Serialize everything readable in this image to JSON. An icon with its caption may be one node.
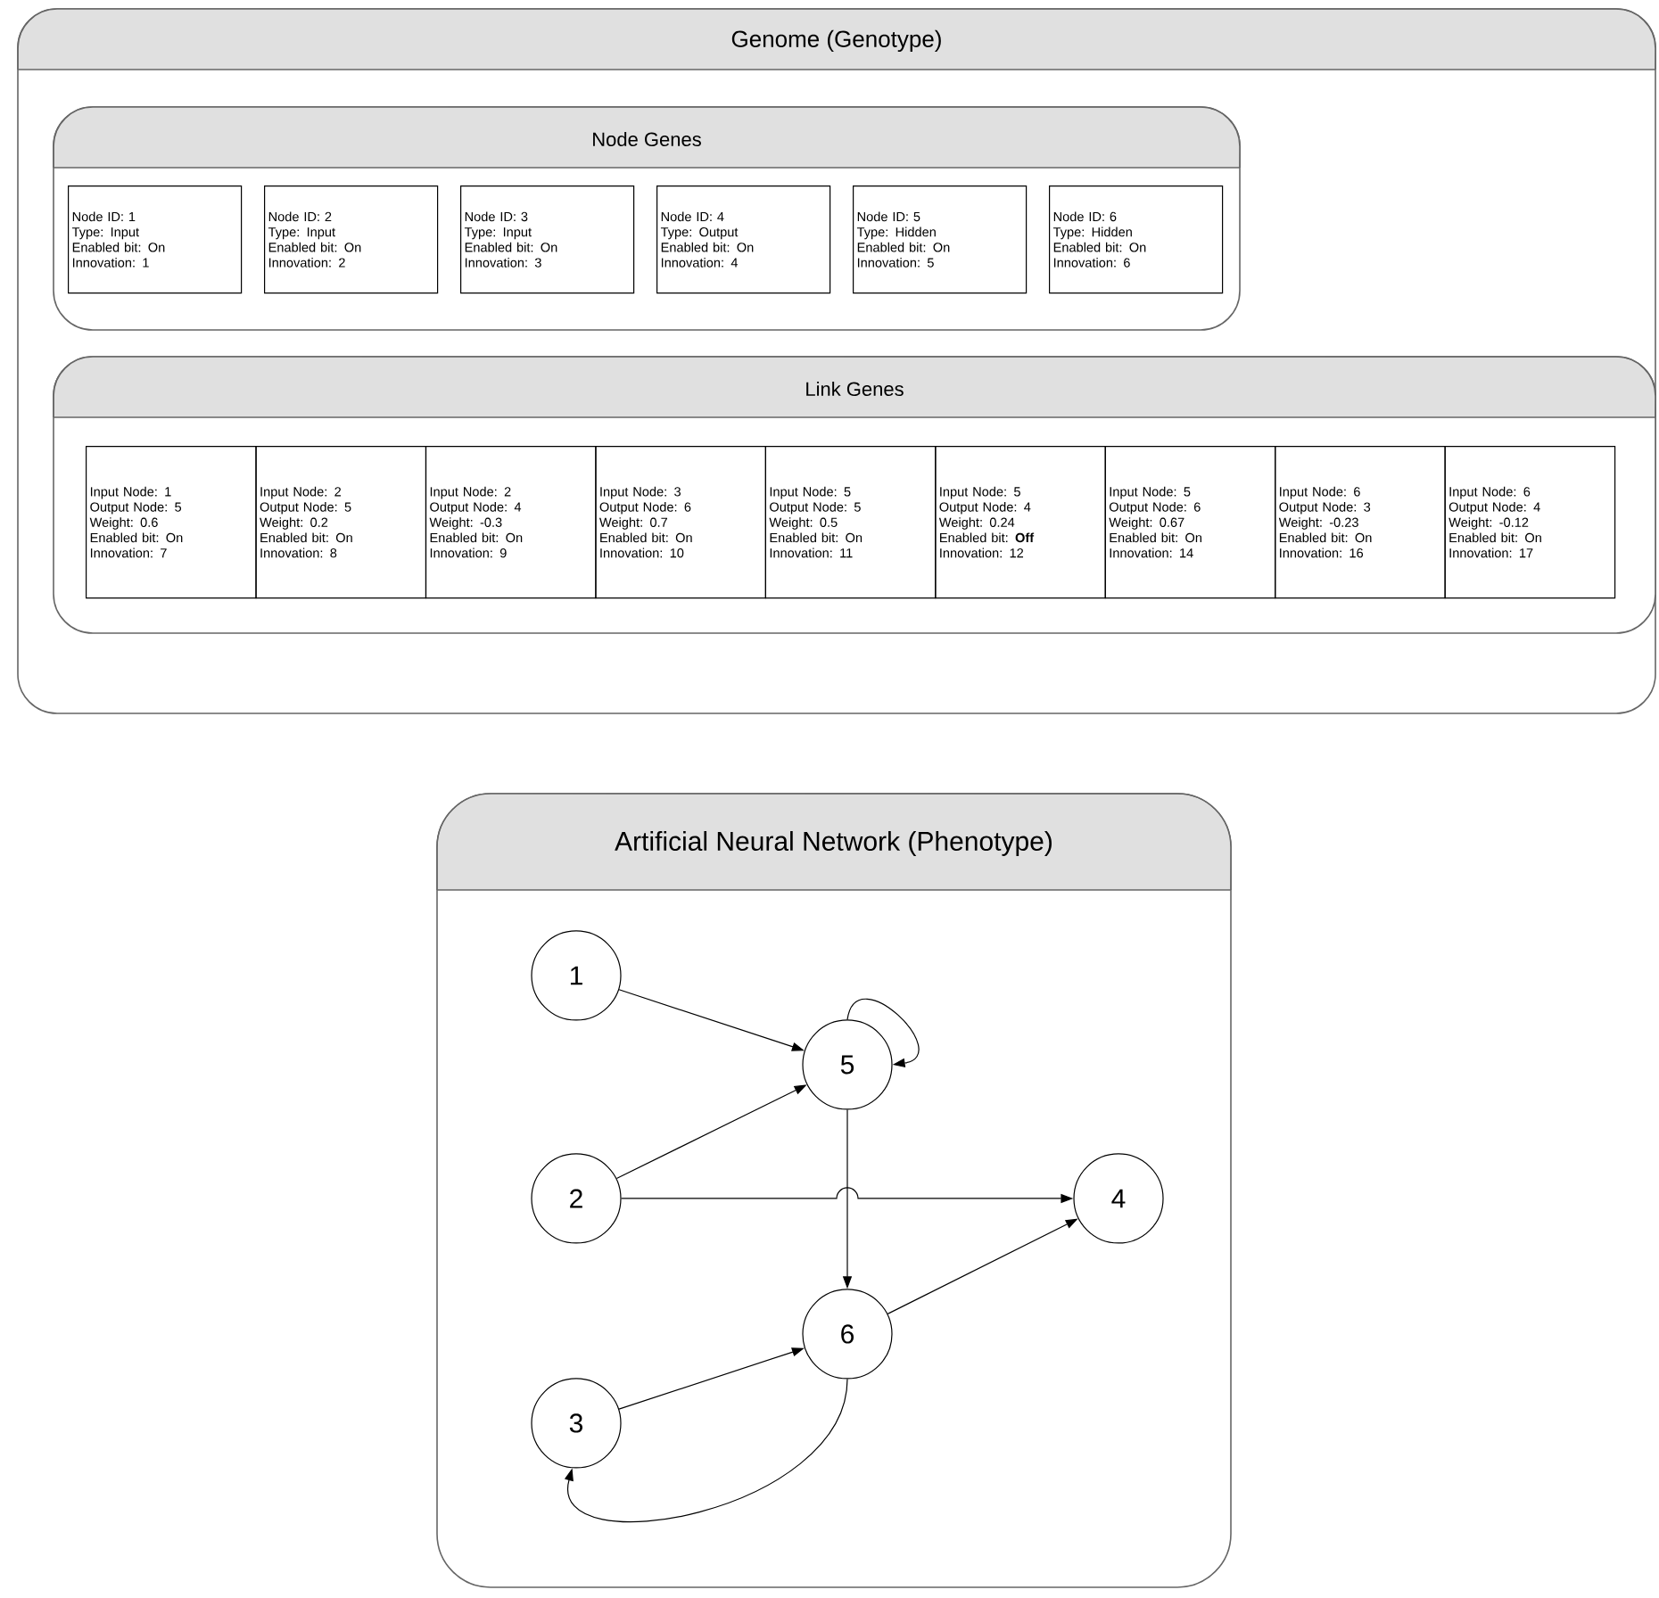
{
  "diagram": {
    "nodes": [
      {
        "text": [
          "Genome (Genotype)"
        ]
      },
      {
        "text": [
          "Node Genes"
        ],
        "in": 0
      },
      {
        "text": [
          "Node ID: 1",
          "Type: Input",
          "Enabled bit: On",
          "Innovation: 1"
        ],
        "in": 1
      },
      {
        "text": [
          "Node ID: 2",
          "Type: Input",
          "Enabled bit: On",
          "Innovation: 2"
        ],
        "in": 1
      },
      {
        "text": [
          "Node ID: 3",
          "Type: Input",
          "Enabled bit: On",
          "Innovation: 3"
        ],
        "in": 1
      },
      {
        "text": [
          "Node ID: 4",
          "Type: Output",
          "Enabled bit: On",
          "Innovation: 4"
        ],
        "in": 1
      },
      {
        "text": [
          "Node ID: 5",
          "Type: Hidden",
          "Enabled bit: On",
          "Innovation: 5"
        ],
        "in": 1
      },
      {
        "text": [
          "Node ID: 6",
          "Type: Hidden",
          "Enabled bit: On",
          "Innovation: 6"
        ],
        "in": 1
      },
      {
        "text": [
          "Link Genes"
        ],
        "in": 0
      },
      {
        "text": [
          "Input Node: 1",
          "Output Node: 5",
          "Weight: 0.6",
          "Enabled bit: On",
          "Innovation: 7"
        ],
        "in": 8
      },
      {
        "text": [
          "Input Node: 2",
          "Output Node: 5",
          "Weight: 0.2",
          "Enabled bit: On",
          "Innovation: 8"
        ],
        "in": 8
      },
      {
        "text": [
          "Input Node: 2",
          "Output Node: 4",
          "Weight: -0.3",
          "Enabled bit: On",
          "Innovation: 9"
        ],
        "in": 8
      },
      {
        "text": [
          "Input Node: 3",
          "Output Node: 6",
          "Weight: 0.7",
          "Enabled bit: On",
          "Innovation: 10"
        ],
        "in": 8
      },
      {
        "text": [
          "Input Node: 5",
          "Output Node: 5",
          "Weight: 0.5",
          "Enabled bit: On",
          "Innovation: 11"
        ],
        "in": 8
      },
      {
        "text": [
          "Input Node: 5",
          "Output Node: 4",
          "Weight: 0.24",
          "Enabled bit: **Off**",
          "Innovation: 12"
        ],
        "in": 8
      },
      {
        "text": [
          "Input Node: 5",
          "Output Node: 6",
          "Weight: 0.67",
          "Enabled bit: On",
          "Innovation: 14"
        ],
        "in": 8
      },
      {
        "text": [
          "Input Node: 6",
          "Output Node: 3",
          "Weight: -0.23",
          "Enabled bit: On",
          "Innovation: 16"
        ],
        "in": 8
      },
      {
        "text": [
          "Input Node: 6",
          "Output Node: 4",
          "Weight: -0.12",
          "Enabled bit: On",
          "Innovation: 17"
        ],
        "in": 8
      },
      {
        "text": [
          "Artificial Neural Network (Phenotype)"
        ]
      },
      {
        "text": [
          "1"
        ],
        "in": 18
      },
      {
        "text": [
          "5"
        ],
        "in": 18
      },
      {
        "text": [
          "2"
        ],
        "in": 18
      },
      {
        "text": [
          "4"
        ],
        "in": 18
      },
      {
        "text": [
          "6"
        ],
        "in": 18
      },
      {
        "text": [
          "3"
        ],
        "in": 18
      }
    ],
    "edges": [
      {
        "from": 19,
        "to": 20,
        "arrow": "to"
      },
      {
        "from": 20,
        "to": 20,
        "arrow": "to"
      },
      {
        "from": 21,
        "to": 20,
        "arrow": "to"
      },
      {
        "from": 21,
        "to": 22,
        "arrow": "to"
      },
      {
        "from": 20,
        "to": 23,
        "arrow": "to"
      },
      {
        "from": 24,
        "to": 23,
        "arrow": "to"
      },
      {
        "from": 23,
        "to": 22,
        "arrow": "to"
      },
      {
        "from": 23,
        "to": 24,
        "arrow": "to"
      }
    ]
  }
}
